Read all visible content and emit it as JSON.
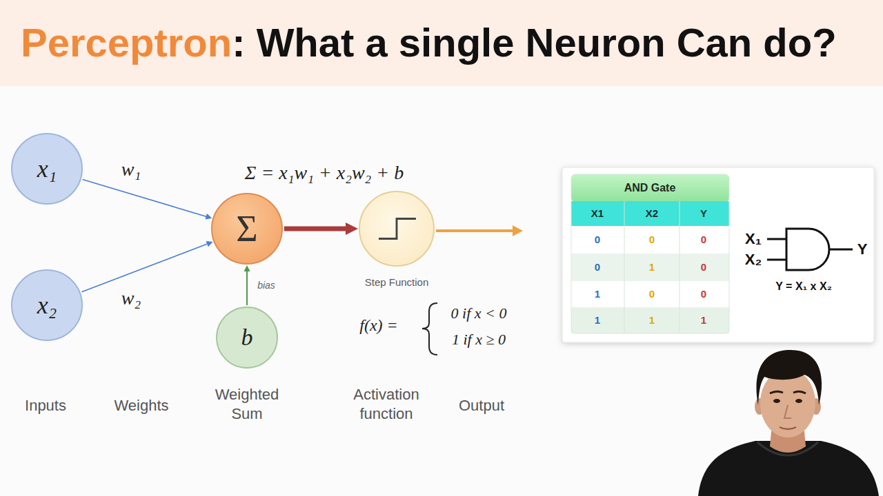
{
  "diagram": {
    "title": "Perceptron: What a single Neuron Can do?",
    "nodes": [
      {
        "text": [
          "x₁"
        ]
      },
      {
        "text": [
          "Σ"
        ]
      },
      {
        "text": [
          "Step Function"
        ]
      },
      {
        "text": [
          "x₂"
        ]
      },
      {
        "text": [
          "b"
        ]
      }
    ],
    "edges": [
      {
        "from": 0,
        "to": 1,
        "arrow": "to",
        "label": "w₁"
      },
      {
        "from": 3,
        "to": 1,
        "arrow": "to",
        "label": "w₂"
      },
      {
        "from": 4,
        "to": 1,
        "arrow": "to",
        "label": "bias"
      },
      {
        "from": 1,
        "to": 2,
        "arrow": "to"
      }
    ],
    "labels": [
      "Σ = x₁w₁ + x₂w₂ + b",
      "f(x) =",
      "0 if x < 0",
      "1 if x ≥ 0",
      "Inputs",
      "Weights",
      "Weighted Sum",
      "Activation function",
      "Output",
      "AND Gate",
      "X1",
      "X2",
      "Y",
      "0",
      "0",
      "0",
      "0",
      "1",
      "0",
      "1",
      "0",
      "0",
      "1",
      "1",
      "1",
      "X₁",
      "X₂",
      "Y",
      "Y = X₁ x X₂"
    ]
  }
}
